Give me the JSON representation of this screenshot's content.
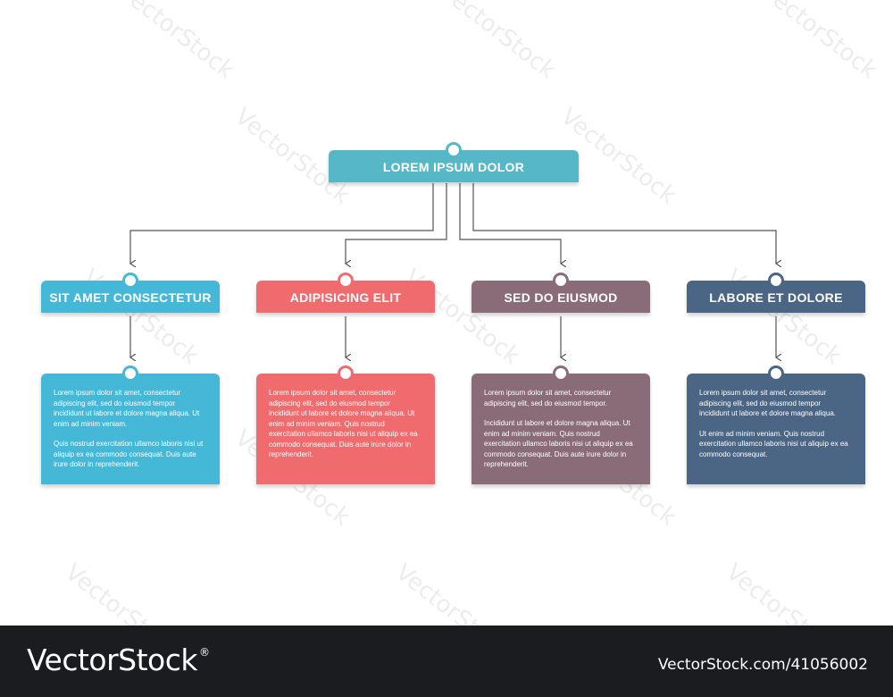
{
  "colors": {
    "root": "#56b8c6",
    "c1": "#45b8d8",
    "c2": "#f06b6d",
    "c3": "#8a6c78",
    "c4": "#4b6584",
    "connector": "#555555"
  },
  "root": {
    "label": "LOREM IPSUM DOLOR"
  },
  "columns": [
    {
      "title": "SIT AMET CONSECTETUR",
      "paragraphs": [
        "Lorem ipsum dolor sit amet, consectetur adipiscing elit, sed do eiusmod tempor incididunt ut labore et dolore magna aliqua. Ut enim ad minim veniam.",
        "Quis nostrud exercitation ullamco laboris nisi ut aliquip ex ea commodo consequat. Duis aute irure dolor in reprehenderit."
      ]
    },
    {
      "title": "ADIPISICING ELIT",
      "paragraphs": [
        "Lorem ipsum dolor sit amet, consectetur adipiscing elit, sed do eiusmod tempor incididunt ut labore et dolore magna aliqua. Ut enim ad minim veniam. Quis nostrud exercitation ullamco laboris nisi ut aliquip ex ea commodo consequat. Duis aute irure dolor in reprehenderit."
      ]
    },
    {
      "title": "SED DO EIUSMOD",
      "paragraphs": [
        "Lorem ipsum dolor sit amet, consectetur adipiscing elit, sed do eiusmod tempor.",
        "Incididunt ut labore et dolore magna aliqua. Ut enim ad minim veniam. Quis nostrud exercitation ullamco laboris nisi ut aliquip ex ea commodo consequat. Duis aute irure dolor in reprehenderit."
      ]
    },
    {
      "title": "LABORE ET DOLORE",
      "paragraphs": [
        "Lorem ipsum dolor sit amet, consectetur adipiscing elit, sed do eiusmod tempor incididunt ut labore et dolore magna aliqua.",
        "Ut enim ad minim veniam. Quis nostrud exercitation ullamco laboris nisi ut aliquip ex ea commodo consequat."
      ]
    }
  ],
  "watermark": "VectorStock",
  "footer": {
    "brand": "VectorStock",
    "registered": "®",
    "image_id": "VectorStock.com/41056002"
  }
}
